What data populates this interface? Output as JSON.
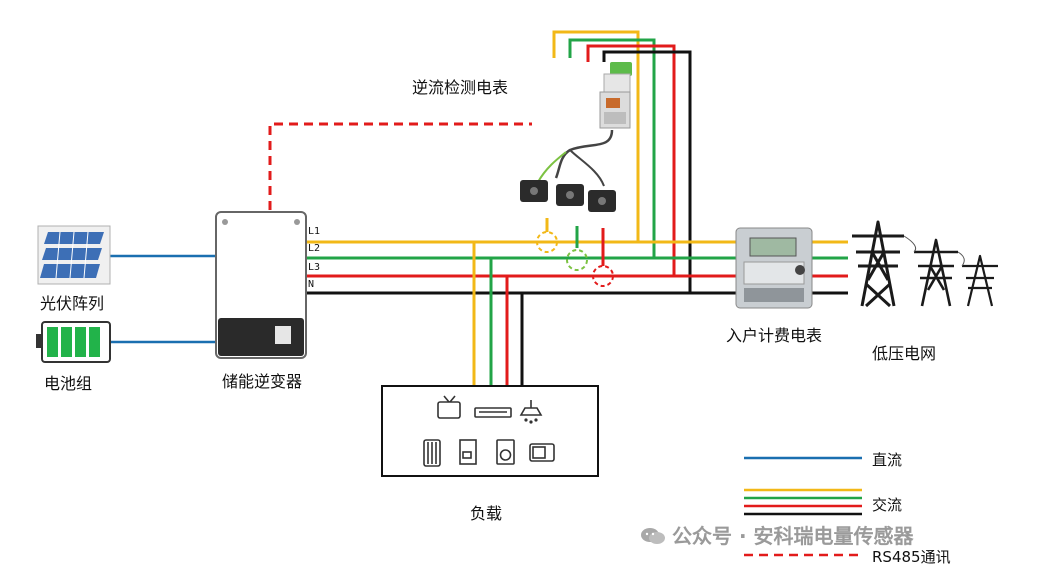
{
  "labels": {
    "reverse_meter": "逆流检测电表",
    "pv_array": "光伏阵列",
    "battery": "电池组",
    "inverter": "储能逆变器",
    "billing_meter": "入户计费电表",
    "grid": "低压电网",
    "load": "负载",
    "line_l1": "L1",
    "line_l2": "L2",
    "line_l3": "L3",
    "line_n": "N"
  },
  "legend": {
    "dc": "直流",
    "ac": "交流",
    "rs485": "RS485通讯"
  },
  "watermark": "公众号 · 安科瑞电量传感器",
  "colors": {
    "dc": "#1a6fb0",
    "l1": "#f2b817",
    "l2": "#22a447",
    "l3": "#e21b1b",
    "n": "#111111",
    "rs485": "#e21b1b"
  }
}
